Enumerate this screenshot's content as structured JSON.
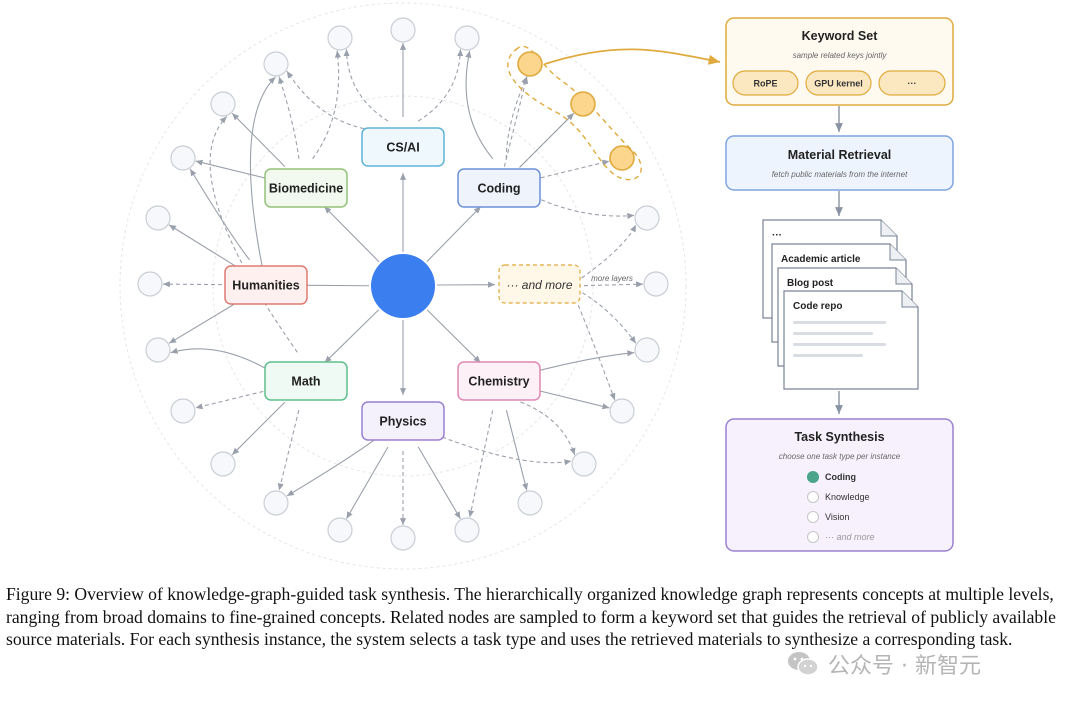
{
  "graph": {
    "center_color": "#3b7ef0",
    "domains": [
      {
        "name": "CS/AI",
        "border": "#5fb3d9",
        "fill": "#eef8fd"
      },
      {
        "name": "Coding",
        "border": "#6b90d8",
        "fill": "#eef3fc"
      },
      {
        "name": "Biomedicine",
        "border": "#93c27a",
        "fill": "#f2f9ee"
      },
      {
        "name": "Humanities",
        "border": "#de7a70",
        "fill": "#fdf0ef"
      },
      {
        "name": "Math",
        "border": "#5fbf8c",
        "fill": "#eefaf3"
      },
      {
        "name": "Physics",
        "border": "#9a80d0",
        "fill": "#f4f0fc"
      },
      {
        "name": "Chemistry",
        "border": "#df87b4",
        "fill": "#fdf0f6"
      }
    ],
    "more_label": "··· and more",
    "more_layers_label": "more layers",
    "highlight_color": "#e0aa3e"
  },
  "keyword_set": {
    "title": "Keyword Set",
    "subtitle": "sample related keys jointly",
    "pills": [
      "RoPE",
      "GPU kernel",
      "···"
    ]
  },
  "material_retrieval": {
    "title": "Material Retrieval",
    "subtitle": "fetch public materials from the internet"
  },
  "documents": [
    "···",
    "Academic article",
    "Blog post",
    "Code repo"
  ],
  "task_synthesis": {
    "title": "Task Synthesis",
    "subtitle": "choose one task type per instance",
    "options": [
      {
        "label": "Coding",
        "selected": true
      },
      {
        "label": "Knowledge",
        "selected": false
      },
      {
        "label": "Vision",
        "selected": false
      },
      {
        "label": "··· and more",
        "selected": false,
        "muted": true
      }
    ],
    "selected_color": "#4aa58a"
  },
  "caption": "Figure 9: Overview of knowledge-graph-guided task synthesis. The hierarchically organized knowledge graph represents concepts at multiple levels, ranging from broad domains to fine-grained concepts. Related nodes are sampled to form a keyword set that guides the retrieval of publicly available source materials. For each synthesis instance, the system selects a task type and uses the retrieved materials to synthesize a corresponding task.",
  "watermark": {
    "text": "公众号 · 新智元",
    "icon": "wechat-icon"
  }
}
